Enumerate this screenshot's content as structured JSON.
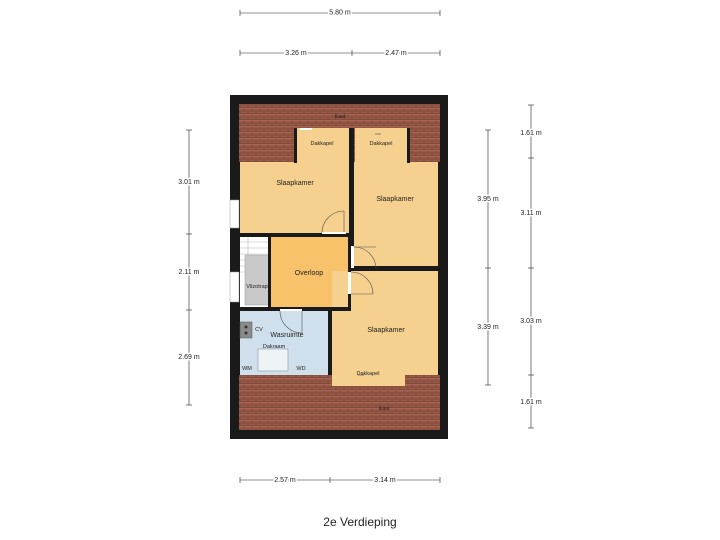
{
  "floor_title": "2e Verdieping",
  "dimensions": {
    "total_width": "5.80 m",
    "top_left": "3.26 m",
    "top_right": "2.47 m",
    "bottom_left": "2.57 m",
    "bottom_right": "3.14 m",
    "left_top": "3.01 m",
    "left_middle": "2.11 m",
    "left_bottom": "2.69 m",
    "right_inner_top": "3.95 m",
    "right_inner_bottom": "3.39 m",
    "right_outer_1": "1.61 m",
    "right_outer_2": "3.11 m",
    "right_outer_3": "3.03 m",
    "right_outer_4": "1.61 m"
  },
  "rooms": {
    "slaapkamer_left": "Slaapkamer",
    "slaapkamer_right": "Slaapkamer",
    "slaapkamer_bottom": "Slaapkamer",
    "overloop": "Overloop",
    "wasruimte": "Wasruimte",
    "vlizotrap": "Vlizotrap"
  },
  "labels": {
    "kast_top": "Kast",
    "kast_bottom": "Kast",
    "dakkapel_1": "Dakkapel",
    "dakkapel_2": "Dakkapel",
    "dakkapel_3": "Dakkapel",
    "dakraam": "Dakraam",
    "cv": "CV",
    "wm": "WM",
    "wd": "WD"
  },
  "colors": {
    "wall": "#1a1a1a",
    "roof": "#9a5a48",
    "bedroom": "#f5d08e",
    "landing": "#f7c26a",
    "laundry": "#cfe0ec"
  }
}
